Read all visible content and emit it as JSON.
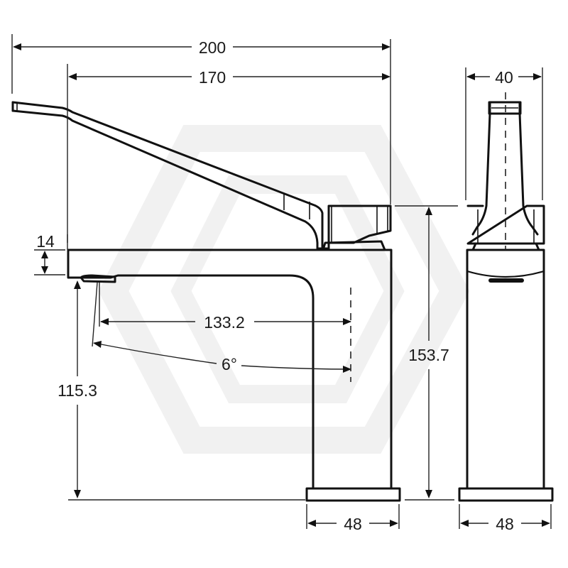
{
  "drawing": {
    "type": "technical dimension drawing",
    "subject": "basin mixer tap",
    "views": [
      "side-elevation",
      "front-elevation"
    ],
    "units": "mm",
    "line_color": "#111111",
    "background": "#ffffff",
    "watermark_color": "#f1f1f1"
  },
  "dimensions": {
    "overall_length": "200",
    "spout_reach_from_body": "170",
    "spout_height": "14",
    "outlet_reach": "133.2",
    "spray_angle": "6°",
    "outlet_height": "115.3",
    "overall_height": "153.7",
    "side_base_width": "48",
    "front_handle_width": "40",
    "front_base_width": "48"
  }
}
